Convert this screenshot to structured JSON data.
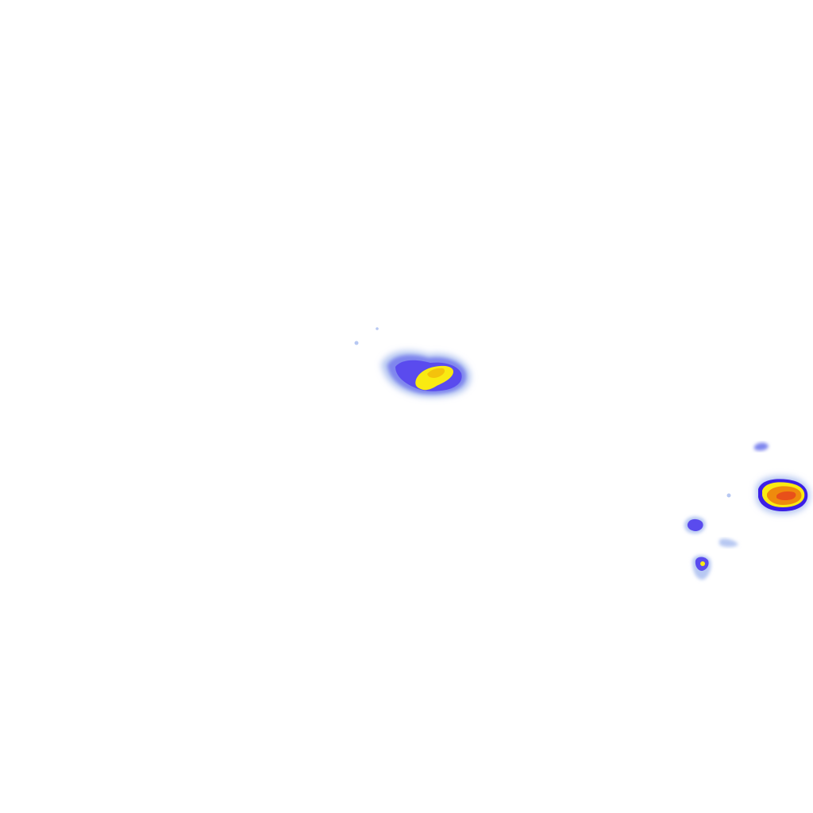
{
  "tile": {
    "background_color": "#ffffff"
  },
  "palette": {
    "light_blue": "#b7c8f2",
    "mid_blue": "#7f86ee",
    "blue": "#5a4bee",
    "deep_blue": "#3b1fe6",
    "yellow": "#f9ea12",
    "gold": "#f4c20c",
    "orange": "#ef8a0d",
    "red_orange": "#e8501a"
  },
  "legend_levels": [
    "light_blue",
    "mid_blue",
    "blue",
    "deep_blue",
    "yellow",
    "gold",
    "orange",
    "red_orange"
  ]
}
